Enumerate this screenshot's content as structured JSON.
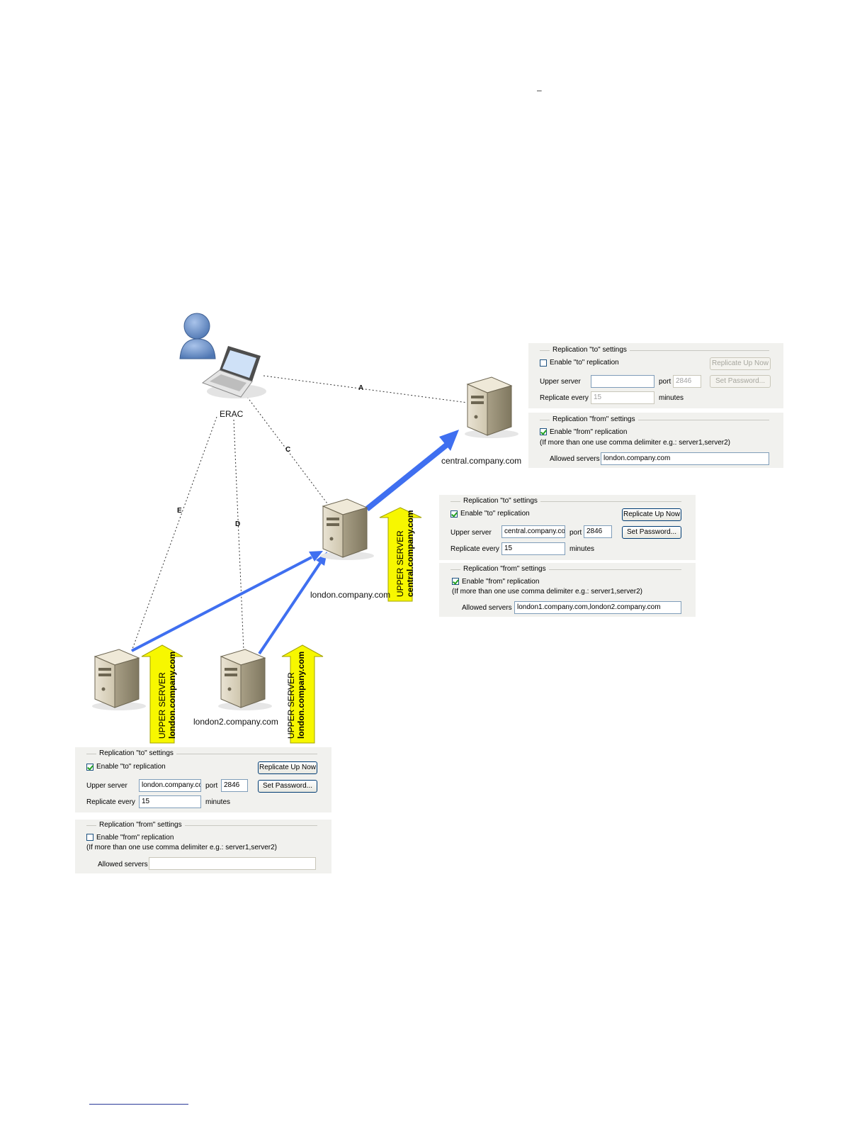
{
  "header_mark": "–",
  "colors": {
    "data_link": "#3f6ff0",
    "management_link": "#333333",
    "upper_arrow_fill": "#f7f700",
    "upper_arrow_stroke": "#a3a300",
    "panel_bg": "#f1f1ee",
    "user_icon": "#6f94c9"
  },
  "nodes": {
    "erac": {
      "label": "ERAC",
      "icon": "laptop-icon"
    },
    "user": {
      "icon": "user-icon"
    },
    "central": {
      "label": "central.company.com",
      "icon": "server-icon"
    },
    "london": {
      "label": "london.company.com",
      "icon": "server-icon"
    },
    "london1": {
      "label": "",
      "icon": "server-icon"
    },
    "london2": {
      "label": "london2.company.com",
      "icon": "server-icon"
    }
  },
  "links": [
    {
      "id": "A",
      "label": "A",
      "from": "erac",
      "to": "central",
      "style": "dotted"
    },
    {
      "id": "C",
      "label": "C",
      "from": "erac",
      "to": "london",
      "style": "dotted"
    },
    {
      "id": "D",
      "label": "D",
      "from": "erac",
      "to": "london2",
      "style": "dotted"
    },
    {
      "id": "E",
      "label": "E",
      "from": "erac",
      "to": "london1",
      "style": "dotted"
    },
    {
      "id": "r1",
      "from": "london",
      "to": "central",
      "style": "replication"
    },
    {
      "id": "r2",
      "from": "london1",
      "to": "london",
      "style": "replication"
    },
    {
      "id": "r3",
      "from": "london2",
      "to": "london",
      "style": "replication"
    }
  ],
  "upper_tags": {
    "london": {
      "line1": "UPPER SERVER",
      "line2": "central.company.com"
    },
    "london1": {
      "line1": "UPPER SERVER",
      "line2": "london.company.com"
    },
    "london2": {
      "line1": "UPPER SERVER",
      "line2": "london.company.com"
    }
  },
  "panels": {
    "central": {
      "to_title": "Replication \"to\" settings",
      "to_enable": "Enable \"to\" replication",
      "to_checked": false,
      "replicate_now": "Replicate Up Now",
      "upper_server_label": "Upper server",
      "upper_server_value": "",
      "port_label": "port",
      "port_value": "2846",
      "set_password": "Set Password...",
      "replicate_every_label": "Replicate every",
      "replicate_every_value": "15",
      "minutes_label": "minutes",
      "from_title": "Replication \"from\" settings",
      "from_enable": "Enable \"from\" replication",
      "from_checked": true,
      "from_hint": "(If more than one use comma delimiter e.g.: server1,server2)",
      "allowed_label": "Allowed servers",
      "allowed_value": "london.company.com"
    },
    "london": {
      "to_title": "Replication \"to\" settings",
      "to_enable": "Enable \"to\" replication",
      "to_checked": true,
      "replicate_now": "Replicate Up Now",
      "upper_server_label": "Upper server",
      "upper_server_value": "central.company.cor",
      "port_label": "port",
      "port_value": "2846",
      "set_password": "Set Password...",
      "replicate_every_label": "Replicate every",
      "replicate_every_value": "15",
      "minutes_label": "minutes",
      "from_title": "Replication \"from\" settings",
      "from_enable": "Enable \"from\" replication",
      "from_checked": true,
      "from_hint": "(If more than one use comma delimiter e.g.: server1,server2)",
      "allowed_label": "Allowed servers",
      "allowed_value": "london1.company.com,london2.company.com"
    },
    "branch": {
      "to_title": "Replication \"to\" settings",
      "to_enable": "Enable \"to\" replication",
      "to_checked": true,
      "replicate_now": "Replicate Up Now",
      "upper_server_label": "Upper server",
      "upper_server_value": "london.company.cor",
      "port_label": "port",
      "port_value": "2846",
      "set_password": "Set Password...",
      "replicate_every_label": "Replicate every",
      "replicate_every_value": "15",
      "minutes_label": "minutes",
      "from_title": "Replication \"from\" settings",
      "from_enable": "Enable \"from\" replication",
      "from_checked": false,
      "from_hint": "(If more than one use comma delimiter e.g.: server1,server2)",
      "allowed_label": "Allowed servers",
      "allowed_value": ""
    }
  }
}
